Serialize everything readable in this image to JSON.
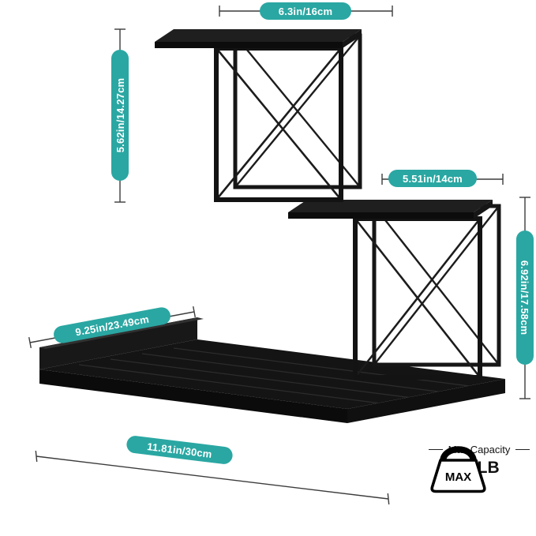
{
  "colors": {
    "accent": "#2aa7a2",
    "furniture": "#141414",
    "dimension_line": "#3c3c3c",
    "background": "#ffffff"
  },
  "dimensions": {
    "top_width": "6.3in/16cm",
    "upper_height": "5.62in/14.27cm",
    "middle_width": "5.51in/14cm",
    "lower_height": "6.92in/17.58cm",
    "base_depth": "9.25in/23.49cm",
    "base_width": "11.81in/30cm"
  },
  "capacity": {
    "icon_label": "MAX",
    "caption": "Max Capacity",
    "value": "25LB"
  }
}
